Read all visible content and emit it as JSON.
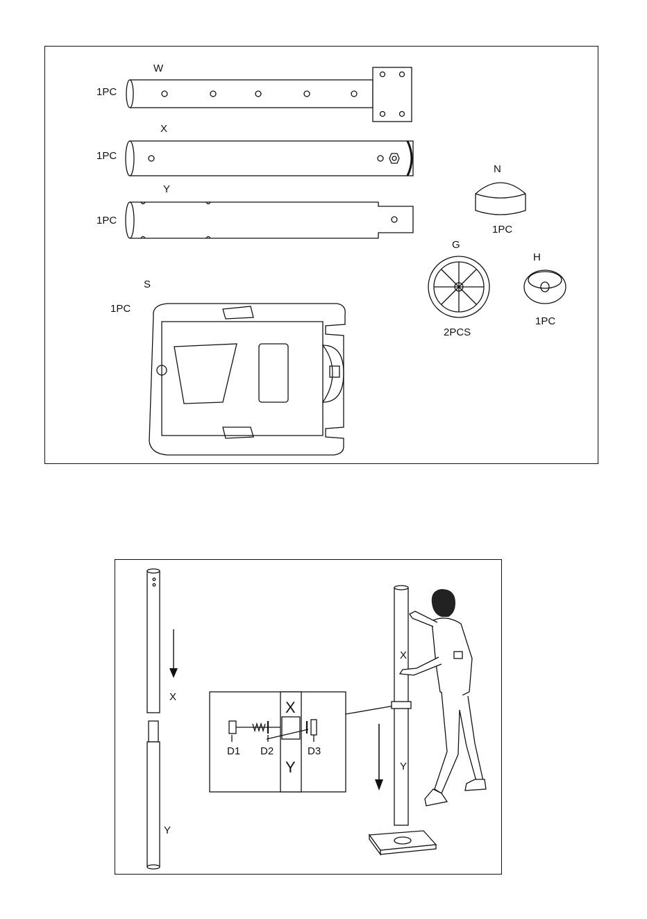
{
  "parts_panel": {
    "parts": [
      {
        "id": "W",
        "qty": "1PC"
      },
      {
        "id": "X",
        "qty": "1PC"
      },
      {
        "id": "Y",
        "qty": "1PC"
      },
      {
        "id": "S",
        "qty": "1PC"
      },
      {
        "id": "N",
        "qty": "1PC"
      },
      {
        "id": "G",
        "qty": "2PCS"
      },
      {
        "id": "H",
        "qty": "1PC"
      }
    ]
  },
  "assembly_panel": {
    "left_tube_x": "X",
    "left_tube_y": "Y",
    "inset": {
      "top_label": "X",
      "bottom_label": "Y",
      "d1": "D1",
      "d2": "D2",
      "d3": "D3"
    },
    "pole_x": "X",
    "pole_y": "Y"
  }
}
